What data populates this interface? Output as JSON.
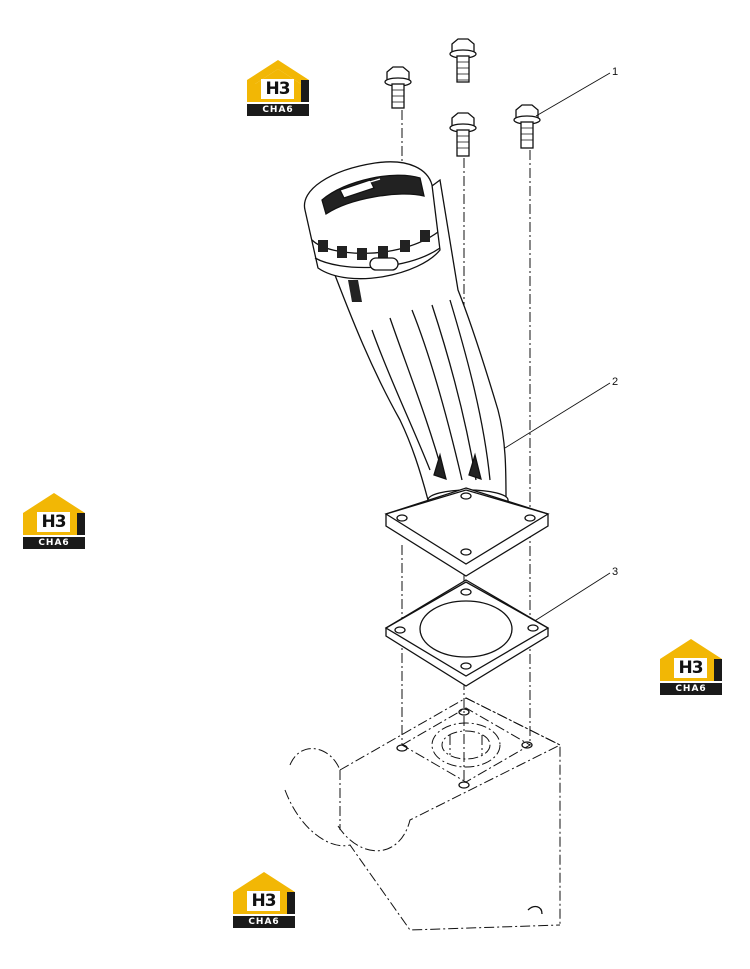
{
  "callouts": {
    "c1": "1",
    "c2": "2",
    "c3": "3"
  },
  "watermark": {
    "mark": "H3",
    "sub": "CHA6",
    "colors": {
      "roof": "#f2b705",
      "dark": "#1a1a1a"
    }
  },
  "colors": {
    "line": "#111111",
    "fill": "#ffffff",
    "shade": "#222222"
  }
}
